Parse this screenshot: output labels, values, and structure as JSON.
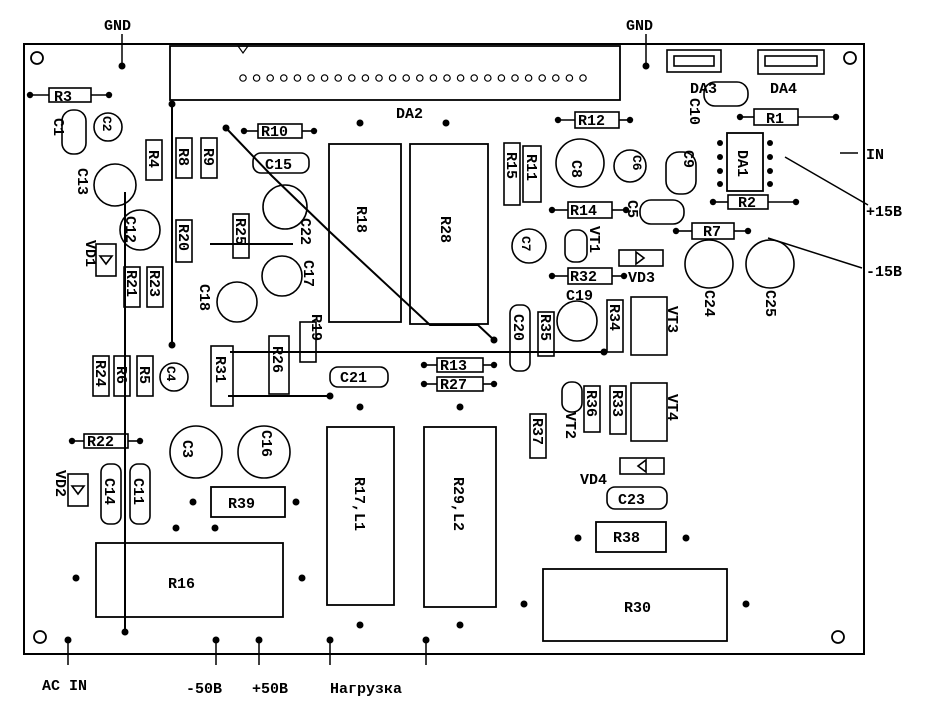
{
  "board": {
    "external_labels": {
      "gnd_left": "GND",
      "gnd_right": "GND",
      "in": "IN",
      "plus15": "+15B",
      "minus15": "-15B",
      "ac_in": "AC IN",
      "minus50": "-50B",
      "plus50": "+50B",
      "load": "Нагрузка"
    },
    "components": {
      "DA2": "DA2",
      "DA1": "DA1",
      "DA3": "DA3",
      "DA4": "DA4",
      "R1": "R1",
      "R2": "R2",
      "R3": "R3",
      "R4": "R4",
      "R5": "R5",
      "R6": "R6",
      "R7": "R7",
      "R8": "R8",
      "R9": "R9",
      "R10": "R10",
      "R11": "R11",
      "R12": "R12",
      "R14": "R14",
      "R15": "R15",
      "R16": "R16",
      "R17": "R17,L1",
      "R18": "R18",
      "R19": "R19",
      "R20": "R20",
      "R21": "R21",
      "R22": "R22",
      "R23": "R23",
      "R24": "R24",
      "R25": "R25",
      "R26": "R26",
      "R27": "R27",
      "R28": "R28",
      "R29": "R29,L2",
      "R30": "R30",
      "R31": "R31",
      "R32": "R32",
      "R33": "R33",
      "R34": "R34",
      "R35": "R35",
      "R36": "R36",
      "R37": "R37",
      "R38": "R38",
      "R39": "R39",
      "R13": "R13",
      "C1": "C1",
      "C2": "C2",
      "C3": "C3",
      "C4": "C4",
      "C5": "C5",
      "C6": "C6",
      "C7": "C7",
      "C8": "C8",
      "C9": "C9",
      "C10": "C10",
      "C11": "C11",
      "C12": "C12",
      "C13": "C13",
      "C14": "C14",
      "C15": "C15",
      "C16": "C16",
      "C17": "C17",
      "C18": "C18",
      "C19": "C19",
      "C20": "C20",
      "C21": "C21",
      "C22": "C22",
      "C23": "C23",
      "C24": "C24",
      "C25": "C25",
      "VD1": "VD1",
      "VD2": "VD2",
      "VD3": "VD3",
      "VD4": "VD4",
      "VT1": "VT1",
      "VT2": "VT2",
      "VT3": "VT3",
      "VT4": "VT4"
    }
  }
}
